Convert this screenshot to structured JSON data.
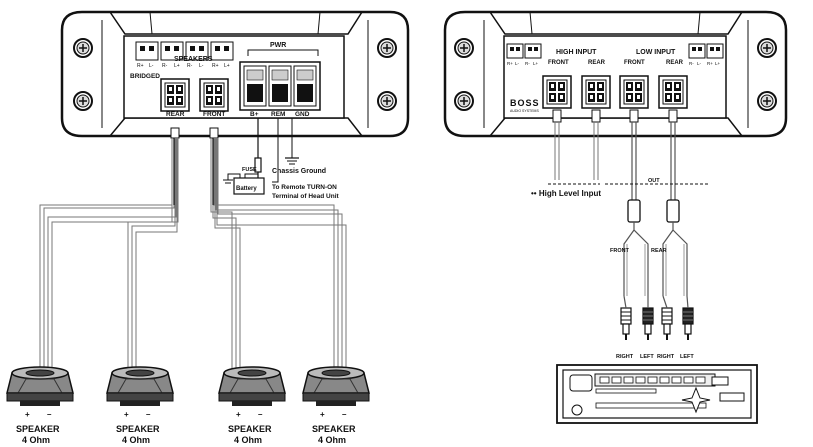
{
  "left_panel": {
    "bridged_label": "BRIDGED",
    "speakers_label": "SPEAKERS",
    "pwr_label": "PWR",
    "bridged_terms_a": [
      "R+",
      "L-"
    ],
    "bridged_terms_b": [
      "R-",
      "L+"
    ],
    "bridged_terms_c": [
      "R-",
      "L-"
    ],
    "bridged_terms_d": [
      "R+",
      "L+"
    ],
    "port_rear": "REAR",
    "port_front": "FRONT",
    "port_bplus": "B+",
    "port_rem": "REM",
    "port_gnd": "GND",
    "fuse_label": "FUSE",
    "battery_label": "Battery",
    "chassis_ground": "Chassis Ground",
    "remote_line1": "To Remote TURN-ON",
    "remote_line2": "Terminal of Head Unit"
  },
  "speakers": [
    {
      "label": "SPEAKER",
      "ohm": "4 Ohm",
      "plus": "+",
      "minus": "–"
    },
    {
      "label": "SPEAKER",
      "ohm": "4 Ohm",
      "plus": "+",
      "minus": "–"
    },
    {
      "label": "SPEAKER",
      "ohm": "4 Ohm",
      "plus": "+",
      "minus": "–"
    },
    {
      "label": "SPEAKER",
      "ohm": "4 Ohm",
      "plus": "+",
      "minus": "–"
    }
  ],
  "right_panel": {
    "high_input": "HIGH INPUT",
    "low_input": "LOW INPUT",
    "front": "FRONT",
    "rear": "REAR",
    "brand": "BOSS",
    "brand_sub": "AUDIO SYSTEMS",
    "terms_left_a": [
      "R+",
      "L-"
    ],
    "terms_left_b": [
      "R-",
      "L+"
    ],
    "terms_right_a": [
      "R-",
      "L-"
    ],
    "terms_right_b": [
      "R+",
      "L+"
    ],
    "high_level_input": "High Level Input",
    "out_label": "OUT",
    "rca_front": "FRONT",
    "rca_rear": "REAR",
    "right": "RIGHT",
    "left": "LEFT"
  }
}
